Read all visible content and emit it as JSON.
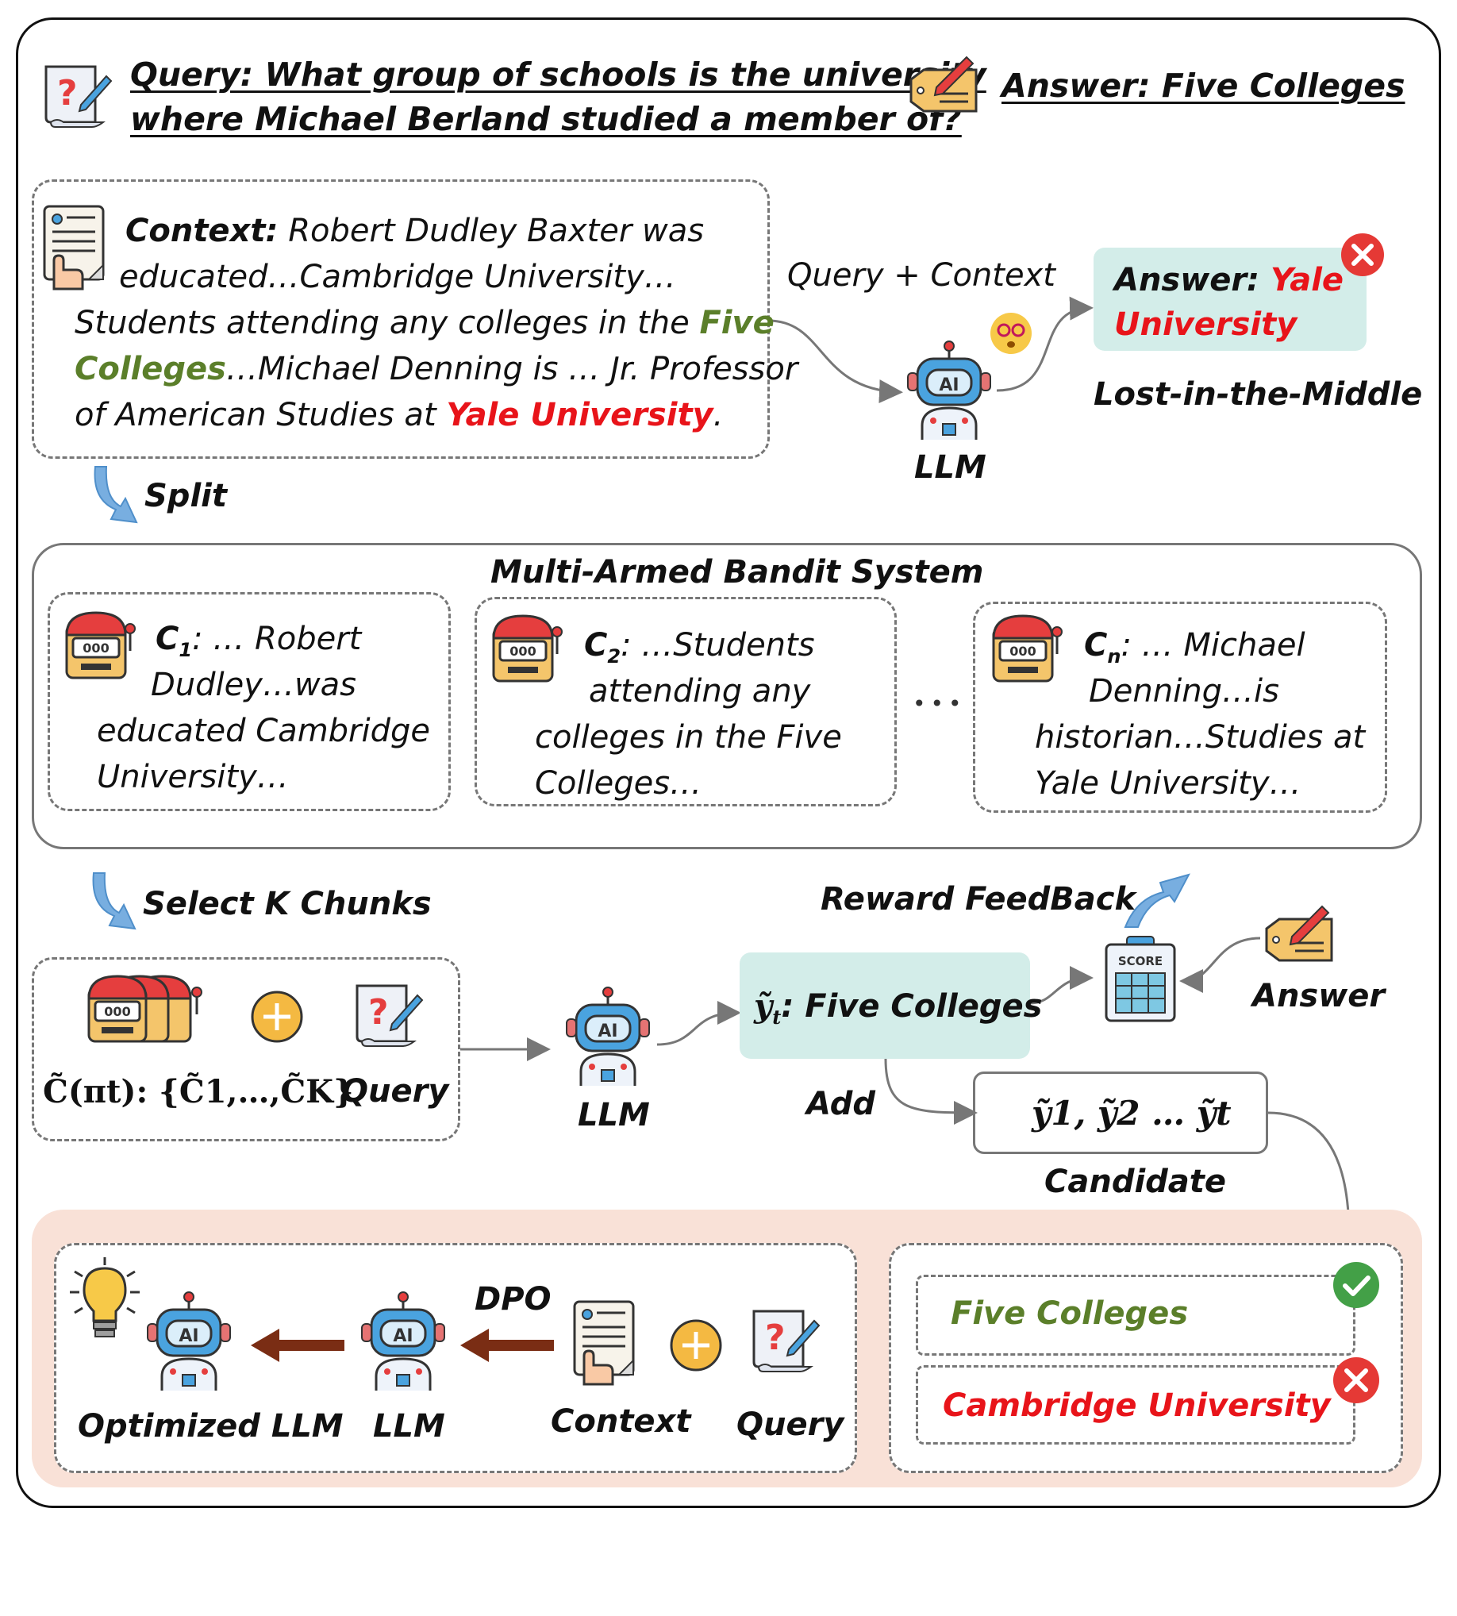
{
  "header": {
    "query_line1": "Query: What group of schools is the university",
    "query_line2": "where Michael Berland studied a member of?",
    "answer": "Answer: Five Colleges"
  },
  "context_box": {
    "context_label": "Context:",
    "line1_rest": " Robert Dudley Baxter was",
    "line2": "educated…Cambridge University…",
    "line3a": "Students attending any colleges in the ",
    "line3b": "Five",
    "line4a": "Colleges",
    "line4b": "…Michael Denning is … Jr. Professor",
    "line5a": "of American Studies at ",
    "line5b": "Yale University",
    "line5c": "."
  },
  "top_flow": {
    "query_context": "Query + Context",
    "llm": "LLM",
    "answer_prefix": "Answer: ",
    "answer_yale": "Yale",
    "answer_university": "University",
    "lost_label": "Lost-in-the-Middle"
  },
  "split_label": "Split",
  "bandit": {
    "title": "Multi-Armed Bandit System",
    "c1_label": "C",
    "c1_sub": "1",
    "c1_line1": ": … Robert",
    "c1_line2": "Dudley…was",
    "c1_line3": "educated Cambridge",
    "c1_line4": "University…",
    "c2_label": "C",
    "c2_sub": "2",
    "c2_line1": ": …Students",
    "c2_line2": "attending any",
    "c2_line3": "colleges in the Five",
    "c2_line4": "Colleges…",
    "ellipsis": "•••",
    "cn_label": "C",
    "cn_sub": "n",
    "cn_line1": ": … Michael",
    "cn_line2": "Denning…is",
    "cn_line3": "historian…Studies at",
    "cn_line4": "Yale University…"
  },
  "select_label": "Select K Chunks",
  "mid_flow": {
    "chunks_formula": "C̃(πt): {C̃1,…,C̃K}",
    "query": "Query",
    "llm": "LLM",
    "yt_answer": ": Five Colleges",
    "reward": "Reward FeedBack",
    "answer": "Answer",
    "add": "Add",
    "candidate_formula": "ỹ1, ỹ2 … ỹt",
    "candidate": "Candidate"
  },
  "bottom": {
    "dpo": "DPO",
    "optimized": "Optimized LLM",
    "llm": "LLM",
    "context": "Context",
    "query": "Query",
    "five_colleges": "Five Colleges",
    "cambridge": "Cambridge University"
  },
  "colors": {
    "green": "#5b7f2a",
    "red": "#e8141a",
    "teal": "#d3ede9",
    "salmon": "#f9e1d7",
    "arrow_brown": "#7a2d14"
  }
}
